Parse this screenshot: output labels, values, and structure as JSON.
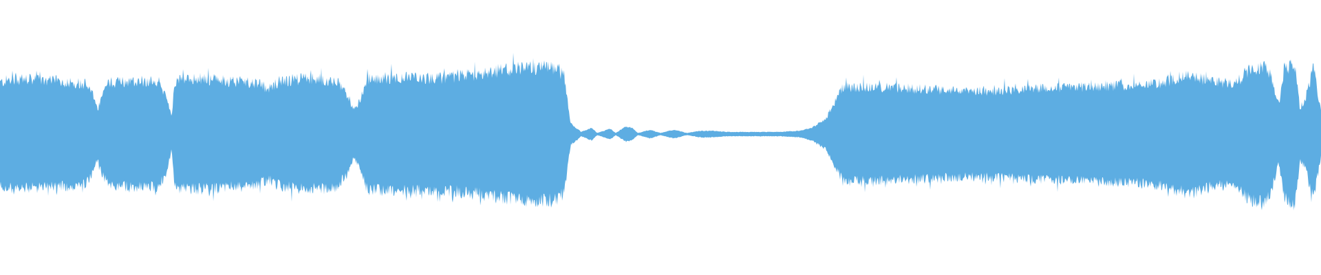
{
  "waveform": {
    "color": "#5dade2",
    "background": "#ffffff",
    "amplitude_profile": [
      [
        0.0,
        0.48
      ],
      [
        0.01,
        0.52
      ],
      [
        0.03,
        0.5
      ],
      [
        0.05,
        0.49
      ],
      [
        0.065,
        0.47
      ],
      [
        0.071,
        0.35
      ],
      [
        0.074,
        0.22
      ],
      [
        0.077,
        0.36
      ],
      [
        0.082,
        0.48
      ],
      [
        0.1,
        0.5
      ],
      [
        0.12,
        0.49
      ],
      [
        0.126,
        0.36
      ],
      [
        0.13,
        0.14
      ],
      [
        0.132,
        0.5
      ],
      [
        0.15,
        0.52
      ],
      [
        0.17,
        0.5
      ],
      [
        0.195,
        0.48
      ],
      [
        0.203,
        0.42
      ],
      [
        0.21,
        0.48
      ],
      [
        0.23,
        0.52
      ],
      [
        0.255,
        0.5
      ],
      [
        0.263,
        0.36
      ],
      [
        0.268,
        0.22
      ],
      [
        0.272,
        0.3
      ],
      [
        0.278,
        0.52
      ],
      [
        0.3,
        0.53
      ],
      [
        0.32,
        0.52
      ],
      [
        0.34,
        0.53
      ],
      [
        0.36,
        0.56
      ],
      [
        0.38,
        0.6
      ],
      [
        0.4,
        0.62
      ],
      [
        0.42,
        0.62
      ],
      [
        0.427,
        0.55
      ],
      [
        0.432,
        0.1
      ],
      [
        0.44,
        0.02
      ],
      [
        0.448,
        0.06
      ],
      [
        0.452,
        0.01
      ],
      [
        0.462,
        0.05
      ],
      [
        0.466,
        0.01
      ],
      [
        0.474,
        0.07
      ],
      [
        0.478,
        0.06
      ],
      [
        0.483,
        0.01
      ],
      [
        0.492,
        0.04
      ],
      [
        0.5,
        0.01
      ],
      [
        0.51,
        0.04
      ],
      [
        0.52,
        0.01
      ],
      [
        0.53,
        0.03
      ],
      [
        0.54,
        0.03
      ],
      [
        0.55,
        0.02
      ],
      [
        0.57,
        0.02
      ],
      [
        0.59,
        0.02
      ],
      [
        0.605,
        0.03
      ],
      [
        0.615,
        0.06
      ],
      [
        0.625,
        0.14
      ],
      [
        0.632,
        0.3
      ],
      [
        0.638,
        0.44
      ],
      [
        0.66,
        0.44
      ],
      [
        0.7,
        0.42
      ],
      [
        0.74,
        0.4
      ],
      [
        0.78,
        0.42
      ],
      [
        0.82,
        0.44
      ],
      [
        0.86,
        0.46
      ],
      [
        0.88,
        0.48
      ],
      [
        0.9,
        0.56
      ],
      [
        0.915,
        0.5
      ],
      [
        0.935,
        0.46
      ],
      [
        0.945,
        0.6
      ],
      [
        0.955,
        0.64
      ],
      [
        0.962,
        0.56
      ],
      [
        0.968,
        0.26
      ],
      [
        0.972,
        0.6
      ],
      [
        0.98,
        0.66
      ],
      [
        0.984,
        0.25
      ],
      [
        0.988,
        0.3
      ],
      [
        0.994,
        0.62
      ],
      [
        1.0,
        0.22
      ]
    ]
  }
}
